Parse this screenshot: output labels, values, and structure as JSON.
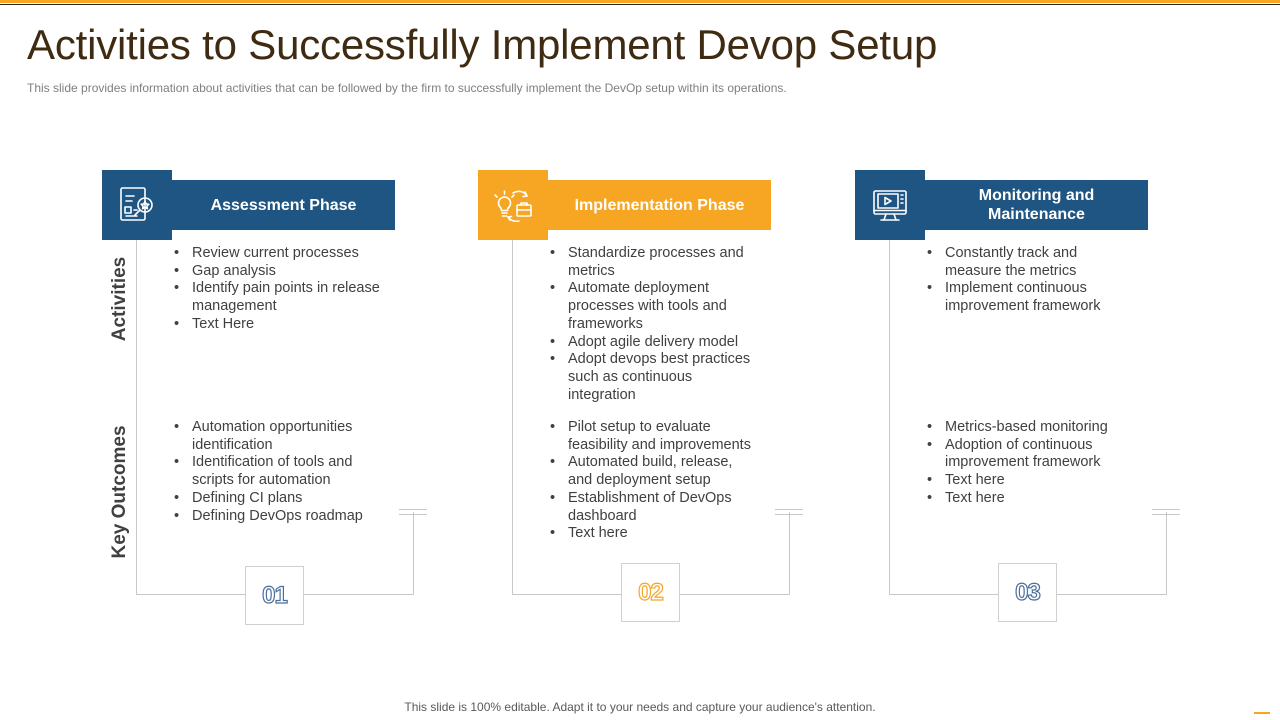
{
  "slide": {
    "title": "Activities to Successfully Implement Devop Setup",
    "subtitle": "This slide provides  information  about  activities  that can be followed  by the firm to successfully implement the DevOp  setup within its operations.",
    "footer": "This slide is 100% editable. Adapt it to your needs and capture your audience's attention."
  },
  "labels": {
    "activities": "Activities",
    "outcomes": "Key Outcomes"
  },
  "colors": {
    "blue": "#1f5582",
    "orange": "#f6a623",
    "title": "#3f2a12"
  },
  "phases": [
    {
      "title": "Assessment Phase",
      "number": "01",
      "icon": "document-search-icon",
      "activities": [
        "Review current processes",
        "Gap analysis",
        "Identify pain points in release management",
        "Text Here"
      ],
      "outcomes": [
        "Automation opportunities identification",
        "Identification  of tools and scripts for automation",
        "Defining CI plans",
        "Defining DevOps roadmap"
      ]
    },
    {
      "title": "Implementation Phase",
      "number": "02",
      "icon": "idea-briefcase-icon",
      "activities": [
        "Standardize processes and metrics",
        "Automate deployment processes with tools and frameworks",
        "Adopt agile delivery model",
        "Adopt devops best practices such as continuous integration"
      ],
      "outcomes": [
        "Pilot setup to evaluate feasibility and improvements",
        "Automated build, release, and deployment setup",
        "Establishment of DevOps dashboard",
        "Text here"
      ]
    },
    {
      "title": "Monitoring and Maintenance",
      "number": "03",
      "icon": "monitor-play-icon",
      "activities": [
        "Constantly track and measure the metrics",
        "Implement continuous improvement framework"
      ],
      "outcomes": [
        "Metrics-based monitoring",
        "Adoption  of continuous improvement framework",
        "Text here",
        "Text here"
      ]
    }
  ]
}
